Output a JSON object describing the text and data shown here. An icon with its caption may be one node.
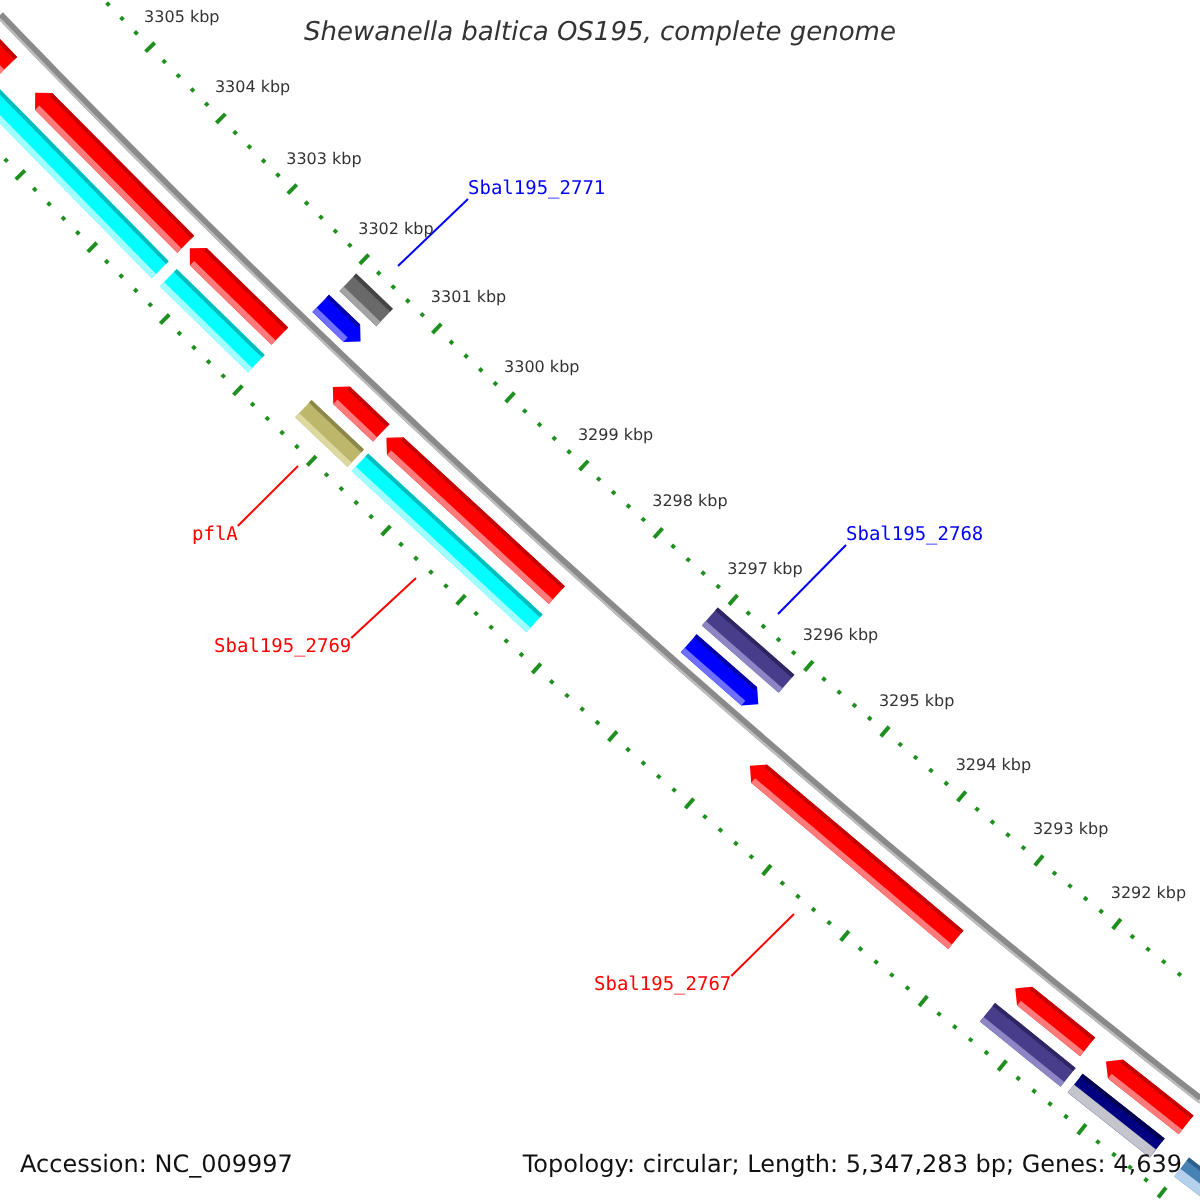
{
  "diagram": {
    "title": "Shewanella baltica OS195, complete genome",
    "nodes": [
      {
        "text": [
          "Sbal195_2771"
        ]
      },
      {
        "text": [
          "Sbal195_2768"
        ]
      },
      {
        "text": [
          "pflA"
        ]
      },
      {
        "text": [
          "Sbal195_2769"
        ]
      },
      {
        "text": [
          "Sbal195_2767"
        ]
      },
      {
        "text": [],
        "shape": "arrow"
      },
      {
        "text": [],
        "shape": "bar"
      },
      {
        "text": [],
        "shape": "arrow"
      },
      {
        "text": [],
        "shape": "bar"
      },
      {
        "text": [],
        "shape": "arrow"
      },
      {
        "text": [],
        "shape": "bar"
      },
      {
        "text": [],
        "shape": "arrow"
      },
      {
        "text": [],
        "shape": "bar"
      },
      {
        "text": [],
        "shape": "arrow"
      },
      {
        "text": [],
        "shape": "bar"
      },
      {
        "text": [],
        "shape": "arrow"
      },
      {
        "text": [],
        "shape": "bar"
      },
      {
        "text": [],
        "shape": "arrow"
      },
      {
        "text": [],
        "shape": "arrow"
      },
      {
        "text": [],
        "shape": "bar"
      },
      {
        "text": [],
        "shape": "arrow"
      },
      {
        "text": [],
        "shape": "bar"
      },
      {
        "text": [],
        "shape": "arrow"
      },
      {
        "text": [],
        "shape": "bar"
      }
    ],
    "edges": [
      {
        "from": 0,
        "to": 10,
        "arrow": "none",
        "color": "#0000ff"
      },
      {
        "from": 1,
        "to": 16,
        "arrow": "none",
        "color": "#0000ff"
      },
      {
        "from": 2,
        "to": 12,
        "arrow": "none"
      },
      {
        "from": 3,
        "to": 14,
        "arrow": "none"
      },
      {
        "from": 4,
        "to": 18,
        "arrow": "none"
      }
    ],
    "labels": [
      "3305 kbp",
      "3304 kbp",
      "3303 kbp",
      "3302 kbp",
      "3301 kbp",
      "3300 kbp",
      "3299 kbp",
      "3298 kbp",
      "3297 kbp",
      "3296 kbp",
      "3295 kbp",
      "3294 kbp",
      "3293 kbp",
      "3292 kbp",
      "Accession: NC_009997",
      "Topology: circular; Length: 5,347,283 bp; Genes: 4,639"
    ]
  }
}
